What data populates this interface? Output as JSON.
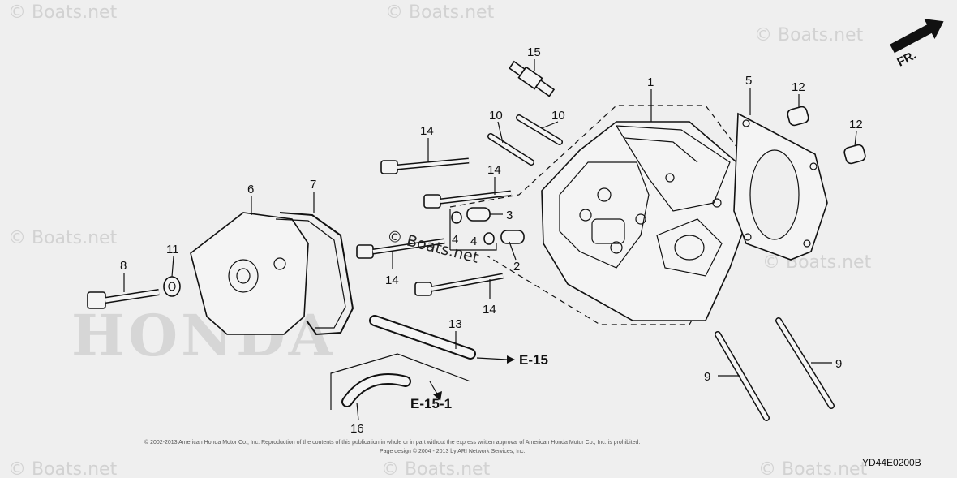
{
  "watermark_text": "© Boats.net",
  "center_watermark": "© Boats.net",
  "brand_watermark": "HONDA",
  "direction_label": "FR.",
  "diagram_code": "YD44E0200B",
  "copyright_line1": "© 2002-2013 American Honda Motor Co., Inc. Reproduction of the contents of this publication in whole or in part without the express written approval of American Honda Motor Co., Inc. is prohibited.",
  "copyright_line2": "Page design © 2004 - 2013 by ARI Network Services, Inc.",
  "references": [
    {
      "id": "e15",
      "text": "E-15"
    },
    {
      "id": "e151",
      "text": "E-15-1"
    }
  ],
  "callouts": [
    {
      "id": "c1",
      "text": "1"
    },
    {
      "id": "c2",
      "text": "2"
    },
    {
      "id": "c3",
      "text": "3"
    },
    {
      "id": "c4a",
      "text": "4"
    },
    {
      "id": "c4b",
      "text": "4"
    },
    {
      "id": "c5",
      "text": "5"
    },
    {
      "id": "c6",
      "text": "6"
    },
    {
      "id": "c7",
      "text": "7"
    },
    {
      "id": "c8",
      "text": "8"
    },
    {
      "id": "c9a",
      "text": "9"
    },
    {
      "id": "c9b",
      "text": "9"
    },
    {
      "id": "c10a",
      "text": "10"
    },
    {
      "id": "c10b",
      "text": "10"
    },
    {
      "id": "c11",
      "text": "11"
    },
    {
      "id": "c12a",
      "text": "12"
    },
    {
      "id": "c12b",
      "text": "12"
    },
    {
      "id": "c13",
      "text": "13"
    },
    {
      "id": "c14a",
      "text": "14"
    },
    {
      "id": "c14b",
      "text": "14"
    },
    {
      "id": "c14c",
      "text": "14"
    },
    {
      "id": "c14d",
      "text": "14"
    },
    {
      "id": "c15",
      "text": "15"
    },
    {
      "id": "c16",
      "text": "16"
    }
  ]
}
